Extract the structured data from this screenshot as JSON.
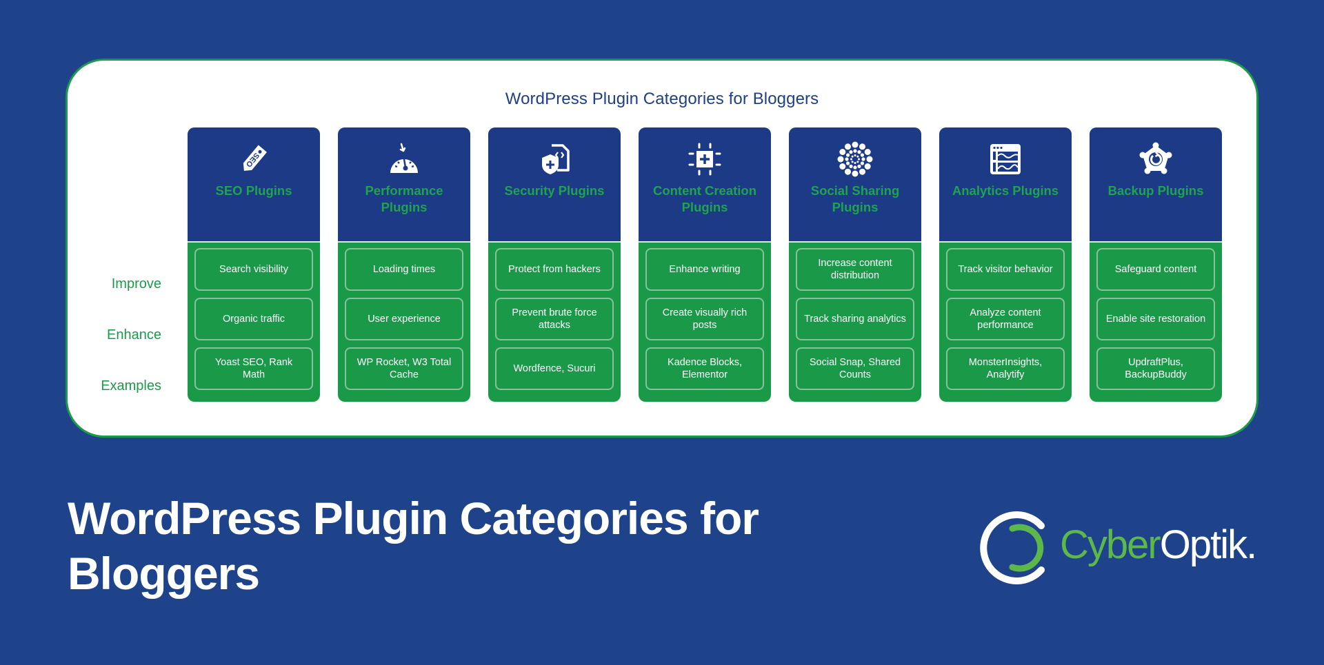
{
  "panel": {
    "title": "WordPress Plugin Categories for Bloggers"
  },
  "row_labels": [
    "Improve",
    "Enhance",
    "Examples"
  ],
  "categories": [
    {
      "title": "SEO Plugins",
      "icon": "seo-tag-icon",
      "improve": "Search visibility",
      "enhance": "Organic traffic",
      "examples": "Yoast SEO, Rank Math"
    },
    {
      "title": "Performance Plugins",
      "icon": "speedometer-icon",
      "improve": "Loading times",
      "enhance": "User experience",
      "examples": "WP Rocket, W3 Total Cache"
    },
    {
      "title": "Security Plugins",
      "icon": "shield-code-icon",
      "improve": "Protect from hackers",
      "enhance": "Prevent brute force attacks",
      "examples": "Wordfence, Sucuri"
    },
    {
      "title": "Content Creation Plugins",
      "icon": "add-block-icon",
      "improve": "Enhance writing",
      "enhance": "Create visually rich posts",
      "examples": "Kadence Blocks, Elementor"
    },
    {
      "title": "Social Sharing Plugins",
      "icon": "dots-circle-icon",
      "improve": "Increase content distribution",
      "enhance": "Track sharing analytics",
      "examples": "Social Snap, Shared Counts"
    },
    {
      "title": "Analytics Plugins",
      "icon": "chart-window-icon",
      "improve": "Track visitor behavior",
      "enhance": "Analyze content performance",
      "examples": "MonsterInsights, Analytify"
    },
    {
      "title": "Backup Plugins",
      "icon": "restore-network-icon",
      "improve": "Safeguard content",
      "enhance": "Enable site restoration",
      "examples": "UpdraftPlus, BackupBuddy"
    }
  ],
  "footer": {
    "title": "WordPress Plugin Categories for Bloggers"
  },
  "logo": {
    "part1": "Cyber",
    "part2": "Optik."
  },
  "colors": {
    "background": "#1f438b",
    "card_header": "#1d3a86",
    "accent_green": "#1a9a48",
    "panel": "#ffffff"
  }
}
